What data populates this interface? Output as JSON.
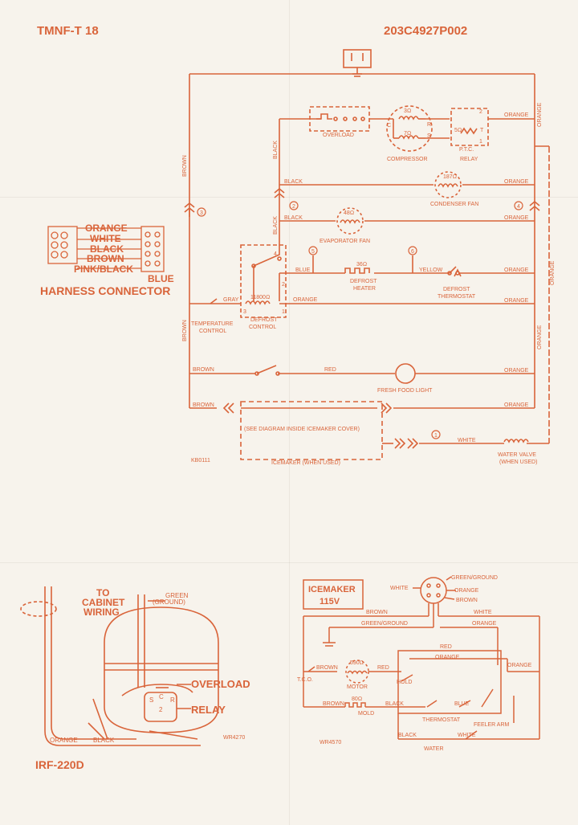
{
  "header": {
    "model": "TMNF-T 18",
    "part_number": "203C4927P002"
  },
  "colors": {
    "ink": "#d9643a",
    "paper": "#f7f3ec"
  },
  "main_diagram": {
    "wire_labels": {
      "brown_left": "BROWN",
      "brown_lower_left": "BROWN",
      "black_up": "BLACK",
      "black_mid": "BLACK",
      "black_fan": "BLACK",
      "black_evap": "BLACK",
      "orange_1": "ORANGE",
      "orange_2": "ORANGE",
      "orange_3": "ORANGE",
      "orange_4": "ORANGE",
      "orange_5": "ORANGE",
      "orange_6": "ORANGE",
      "orange_7": "ORANGE",
      "orange_right_1": "ORANGE",
      "orange_right_2": "ORANGE",
      "orange_right_3": "ORANGE",
      "blue": "BLUE",
      "yellow": "YELLOW",
      "gray": "GRAY",
      "brown_light": "BROWN",
      "red_light": "RED",
      "brown_ice": "BROWN",
      "white_valve": "WHITE"
    },
    "components": {
      "overload": "OVERLOAD",
      "compressor": "COMPRESSOR",
      "relay": "RELAY",
      "ptc": "P.T.C.",
      "comp_r1": "3Ω",
      "comp_r2": "7Ω",
      "relay_r": "5Ω",
      "term_c": "C",
      "term_r": "R",
      "term_s": "S",
      "relay_t1": "2",
      "relay_t2": "1",
      "relay_t": "T",
      "condenser_fan": "CONDENSER FAN",
      "condenser_r": "187Ω",
      "evaporator_fan": "EVAPORATOR FAN",
      "evaporator_r": "48Ω",
      "defrost_heater_l1": "DEFROST",
      "defrost_heater_l2": "HEATER",
      "heater_r": "36Ω",
      "defrost_thermostat_l1": "DEFROST",
      "defrost_thermostat_l2": "THERMOSTAT",
      "defrost_control_l1": "DEFROST",
      "defrost_control_l2": "CONTROL",
      "defrost_control_r": "11800Ω",
      "temperature_control_l1": "TEMPERATURE",
      "temperature_control_l2": "CONTROL",
      "fresh_food_light": "FRESH FOOD LIGHT",
      "icemaker_note": "(SEE DIAGRAM INSIDE ICEMAKER COVER)",
      "icemaker_when_used": "ICEMAKER (WHEN USED)",
      "water_valve_l1": "WATER VALVE",
      "water_valve_l2": "(WHEN USED)",
      "code": "KB0111",
      "dc_t4": "4",
      "dc_t2": "2",
      "dc_t3": "3",
      "dc_t1": "1"
    },
    "markers": {
      "m1": "1",
      "m2": "2",
      "m3": "3",
      "m4": "4",
      "m5": "5",
      "m6": "6"
    }
  },
  "harness_connector": {
    "wires": [
      "ORANGE",
      "WHITE",
      "BLACK",
      "BROWN",
      "PINK/BLACK"
    ],
    "blue": "BLUE",
    "title": "HARNESS CONNECTOR"
  },
  "compressor_detail": {
    "to_cabinet_l1": "TO",
    "to_cabinet_l2": "CABINET",
    "to_cabinet_l3": "WIRING",
    "green_l1": "GREEN",
    "green_l2": "(GROUND)",
    "overload": "OVERLOAD",
    "relay": "RELAY",
    "orange": "ORANGE",
    "black": "BLACK",
    "code": "WR4270",
    "t_s": "S",
    "t_c": "C",
    "t_r": "R",
    "t_2": "2"
  },
  "model_footer": "IRF-220D",
  "icemaker_detail": {
    "title_l1": "ICEMAKER",
    "title_l2": "115V",
    "white": "WHITE",
    "green_ground": "GREEN/GROUND",
    "orange": "ORANGE",
    "brown": "BROWN",
    "brown_top": "BROWN",
    "white_top": "WHITE",
    "green_ground_mid": "GREEN/GROUND",
    "orange_mid": "ORANGE",
    "red": "RED",
    "orange_loop": "ORANGE",
    "orange_right": "ORANGE",
    "brown_motor": "BROWN",
    "motor_r": "590Ω",
    "motor": "MOTOR",
    "red_motor": "RED",
    "tco": "T.C.O.",
    "hold": "HOLD",
    "brown_mold": "BROWN",
    "mold_r": "80Ω",
    "mold": "MOLD",
    "black_mold": "BLACK",
    "blue": "BLUE",
    "thermostat": "THERMOSTAT",
    "feeler_arm": "FEELER ARM",
    "black_water": "BLACK",
    "white_water": "WHITE",
    "water": "WATER",
    "code": "WR4570"
  }
}
